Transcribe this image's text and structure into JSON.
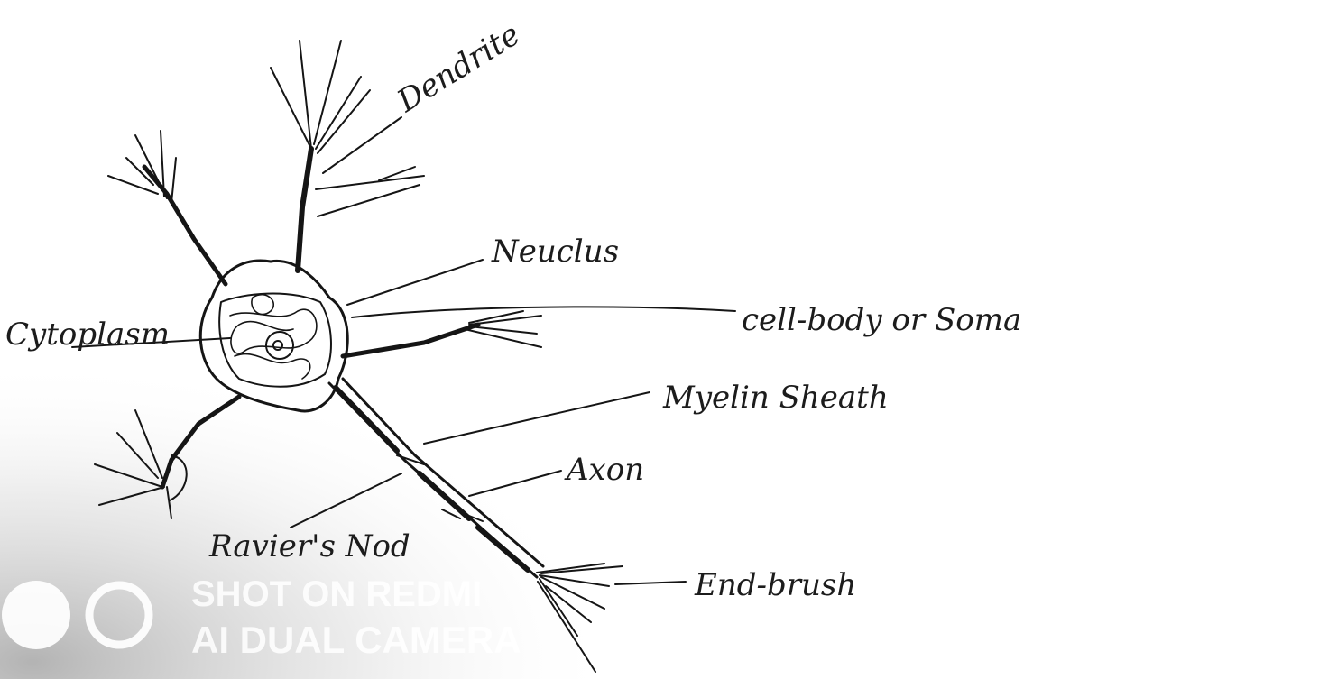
{
  "labels": {
    "dendrite": "Dendrite",
    "nucleus": "Neuclus",
    "cytoplasm": "Cytoplasm",
    "cell_body": "cell-body or Soma",
    "myelin_sheath": "Myelin Sheath",
    "axon": "Axon",
    "ranvier_node": "Ravier's Nod",
    "end_brush": "End-brush"
  },
  "watermark": {
    "line1": "SHOT ON REDMI",
    "line2": "AI DUAL CAMERA"
  }
}
